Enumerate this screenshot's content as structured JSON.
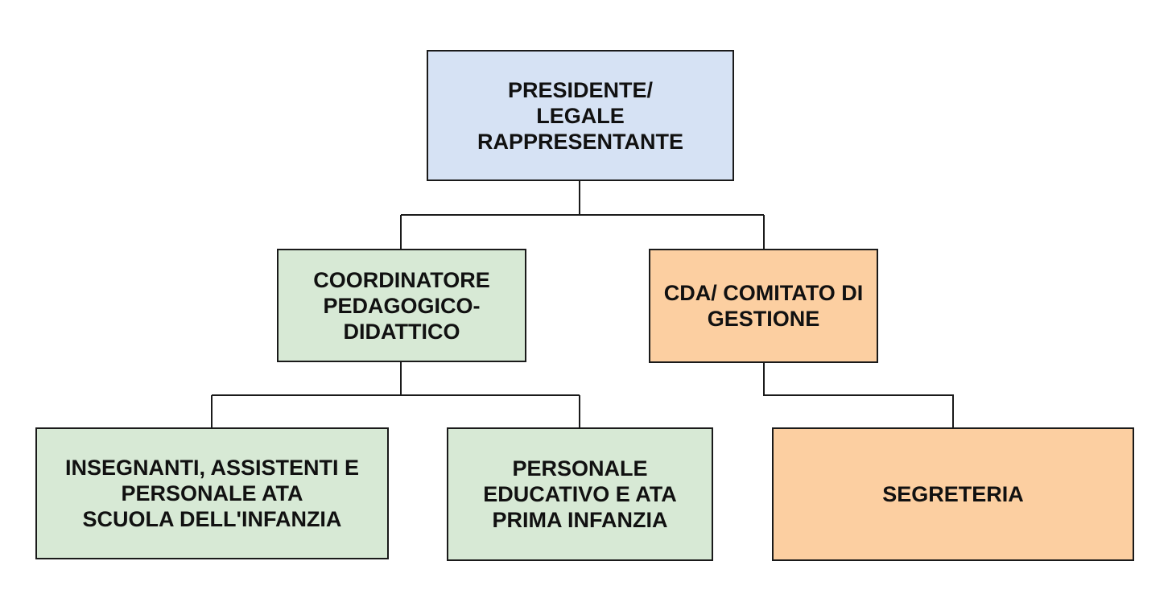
{
  "org_chart": {
    "presidente": {
      "lines": [
        "PRESIDENTE/",
        "LEGALE",
        "RAPPRESENTANTE"
      ],
      "color": "#d6e2f4"
    },
    "coordinatore": {
      "lines": [
        "COORDINATORE",
        "PEDAGOGICO-",
        "DIDATTICO"
      ],
      "color": "#d7e9d5"
    },
    "cda": {
      "lines": [
        "CDA/ COMITATO DI",
        "GESTIONE"
      ],
      "color": "#fccfa1"
    },
    "insegnanti": {
      "lines": [
        "INSEGNANTI, ASSISTENTI E",
        "PERSONALE ATA",
        "SCUOLA DELL'INFANZIA"
      ],
      "color": "#d7e9d5"
    },
    "personale": {
      "lines": [
        "PERSONALE",
        "EDUCATIVO E ATA",
        "PRIMA INFANZIA"
      ],
      "color": "#d7e9d5"
    },
    "segreteria": {
      "lines": [
        "SEGRETERIA"
      ],
      "color": "#fccfa1"
    }
  }
}
